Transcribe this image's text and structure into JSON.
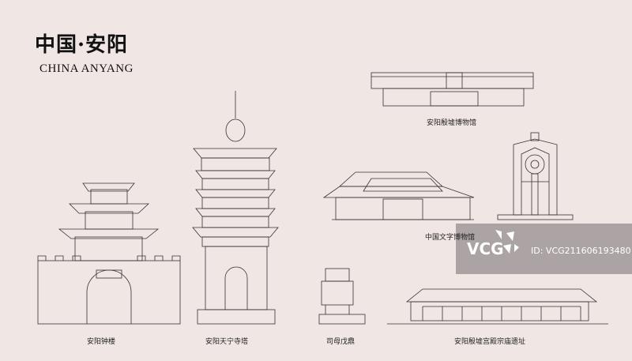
{
  "header": {
    "title": "中国·安阳",
    "subtitle": "CHINA ANYANG"
  },
  "landmarks": [
    {
      "label": "安阳殷墟博物馆"
    },
    {
      "label": "中国文字博物馆"
    },
    {
      "label": "安阳钟楼"
    },
    {
      "label": "安阳天宁寺塔"
    },
    {
      "label": "司母戊鼎"
    },
    {
      "label": "安阳殷墟宫殿宗庙遗址"
    }
  ],
  "watermark": {
    "logo": "VCG",
    "id": "ID: VCG211606193480"
  },
  "colors": {
    "background": "#f0e7e5",
    "line": "#333333",
    "watermark": "#968e8e"
  }
}
